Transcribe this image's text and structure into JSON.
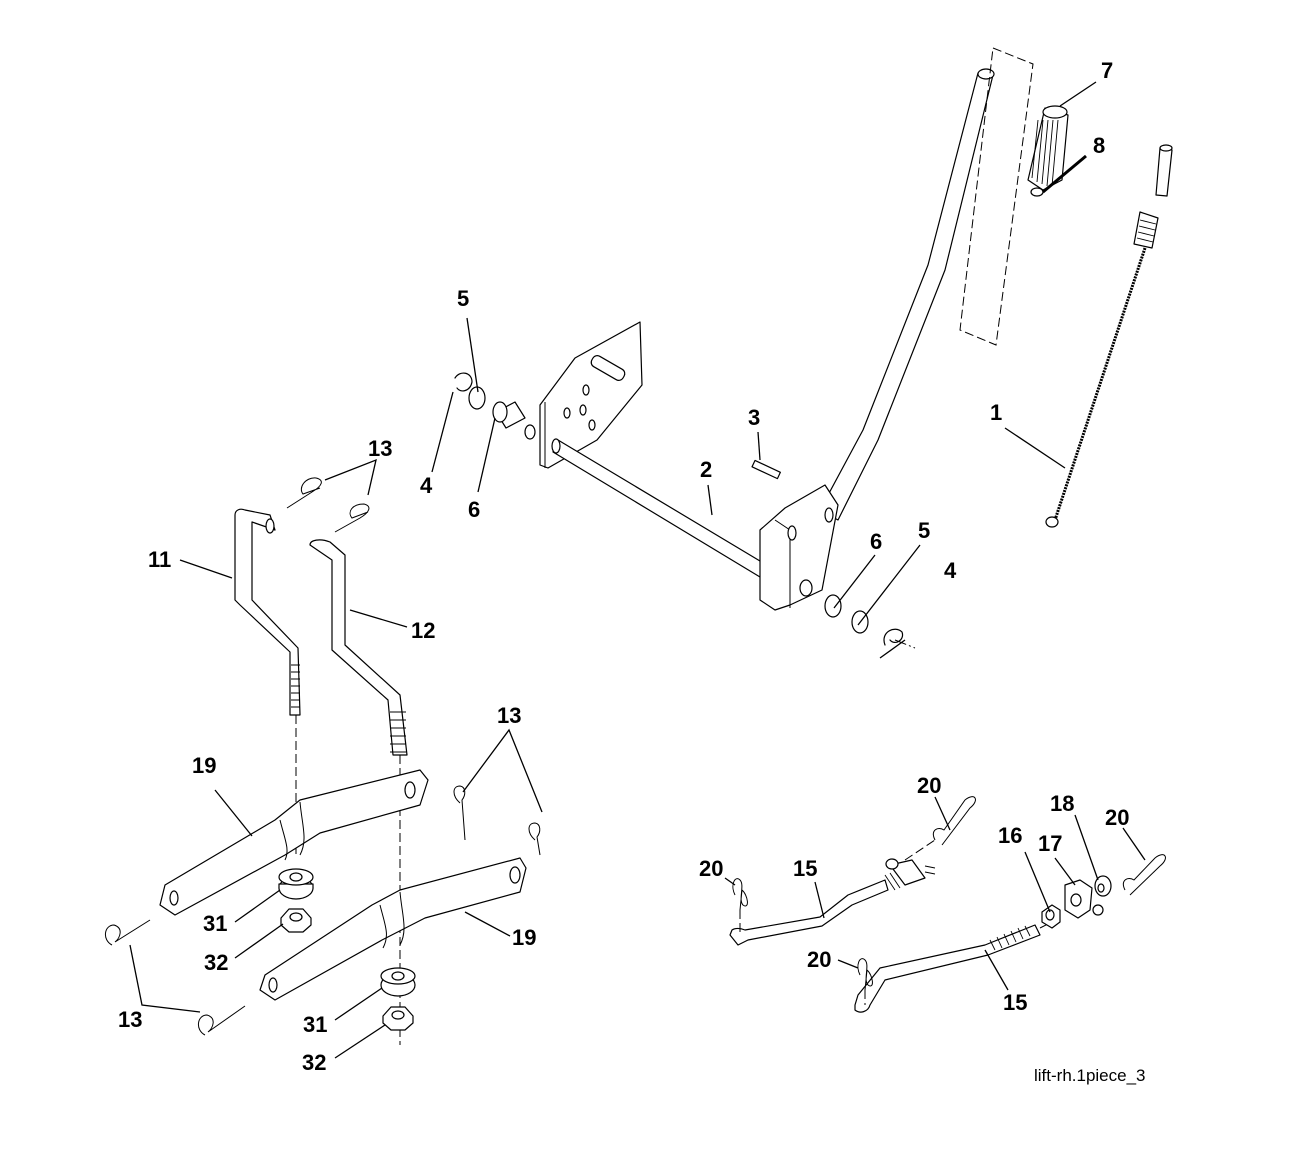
{
  "diagram": {
    "type": "exploded-parts-diagram",
    "caption": "lift-rh.1piece_3",
    "colors": {
      "ink": "#000000",
      "background": "#ffffff"
    }
  },
  "callouts": [
    {
      "id": "c1",
      "label": "1"
    },
    {
      "id": "c2",
      "label": "2"
    },
    {
      "id": "c3",
      "label": "3"
    },
    {
      "id": "c4a",
      "label": "4"
    },
    {
      "id": "c4b",
      "label": "4"
    },
    {
      "id": "c5a",
      "label": "5"
    },
    {
      "id": "c5b",
      "label": "5"
    },
    {
      "id": "c6a",
      "label": "6"
    },
    {
      "id": "c6b",
      "label": "6"
    },
    {
      "id": "c7",
      "label": "7"
    },
    {
      "id": "c8",
      "label": "8"
    },
    {
      "id": "c11",
      "label": "11"
    },
    {
      "id": "c12",
      "label": "12"
    },
    {
      "id": "c13a",
      "label": "13"
    },
    {
      "id": "c13b",
      "label": "13"
    },
    {
      "id": "c13c",
      "label": "13"
    },
    {
      "id": "c15a",
      "label": "15"
    },
    {
      "id": "c15b",
      "label": "15"
    },
    {
      "id": "c16",
      "label": "16"
    },
    {
      "id": "c17",
      "label": "17"
    },
    {
      "id": "c18",
      "label": "18"
    },
    {
      "id": "c19a",
      "label": "19"
    },
    {
      "id": "c19b",
      "label": "19"
    },
    {
      "id": "c20a",
      "label": "20"
    },
    {
      "id": "c20b",
      "label": "20"
    },
    {
      "id": "c20c",
      "label": "20"
    },
    {
      "id": "c20d",
      "label": "20"
    },
    {
      "id": "c31a",
      "label": "31"
    },
    {
      "id": "c31b",
      "label": "31"
    },
    {
      "id": "c32a",
      "label": "32"
    },
    {
      "id": "c32b",
      "label": "32"
    }
  ]
}
